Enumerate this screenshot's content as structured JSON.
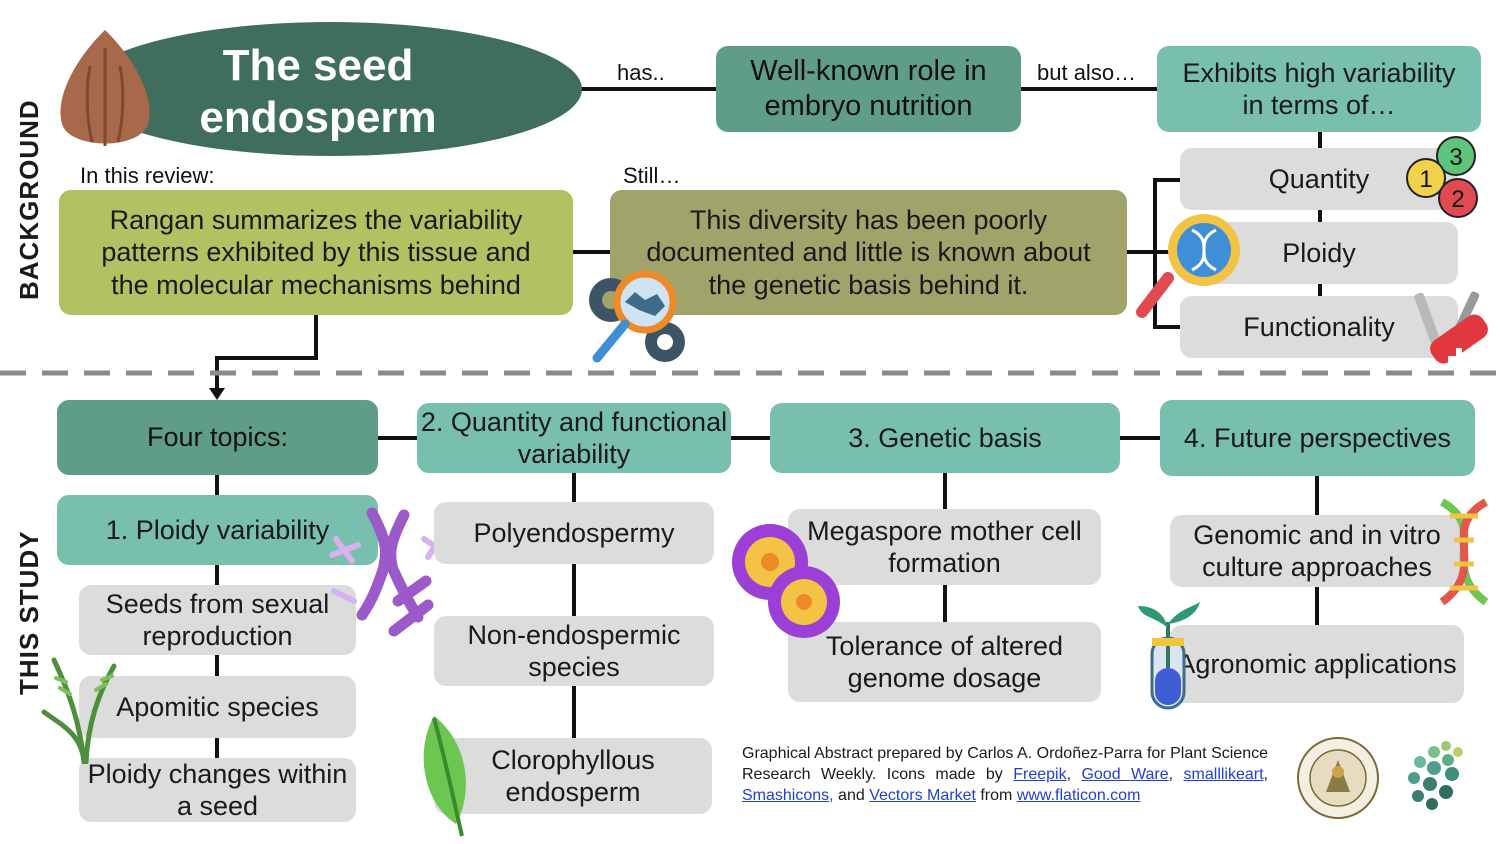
{
  "side_labels": {
    "background": "BACKGROUND",
    "this_study": "THIS STUDY"
  },
  "title": {
    "line1": "The seed",
    "line2": "endosperm"
  },
  "connectors": {
    "has": "has..",
    "but_also": "but also…",
    "in_this_review": "In this review:",
    "still": "Still…"
  },
  "background": {
    "role": "Well-known role in embryo nutrition",
    "variability": "Exhibits high variability in terms of…",
    "review": "Rangan summarizes the variability patterns exhibited by this tissue and the molecular mechanisms behind",
    "diversity": "This diversity has been poorly documented and little is known about the genetic basis behind it.",
    "aspects": [
      "Quantity",
      "Ploidy",
      "Functionality"
    ]
  },
  "study": {
    "topics": [
      "Four topics:",
      "2. Quantity and functional variability",
      "3. Genetic basis",
      "4. Future perspectives"
    ],
    "ploidy": {
      "header": "1. Ploidy variability",
      "items": [
        "Seeds from sexual reproduction",
        "Apomitic species",
        "Ploidy changes within a seed"
      ]
    },
    "quantity_items": [
      "Polyendospermy",
      "Non-endospermic species",
      "Clorophyllous endosperm"
    ],
    "genetic_items": [
      "Megaspore mother cell formation",
      "Tolerance of altered genome dosage"
    ],
    "future_items": [
      "Genomic and in vitro culture approaches",
      "Agronomic applications"
    ]
  },
  "quantity_badges": [
    "3",
    "1",
    "2"
  ],
  "credit": {
    "text1": "Graphical Abstract prepared by Carlos A. Ordoñez-Parra for Plant Science Research Weekly. Icons made by",
    "links": [
      "Freepik",
      "Good Ware",
      "smalllikeart",
      "Smashicons,",
      "Vectors Market"
    ],
    "and": "and",
    "from": "from",
    "site": "www.flaticon.com"
  },
  "colors": {
    "teal": "#79bfae",
    "dark_teal": "#5f9d8a",
    "title_green": "#3f6e5f",
    "olive": "#b4c162",
    "khaki": "#a0a46b",
    "grey": "#dcdcdc"
  },
  "icons": [
    "seed-icon",
    "dna-icon",
    "gears-magnifier-icon",
    "knife-icon",
    "chromosome-icon",
    "grass-icon",
    "leaf-icon",
    "cells-icon",
    "dna-helix-icon",
    "test-tube-plant-icon",
    "society-logo",
    "dots-logo"
  ]
}
